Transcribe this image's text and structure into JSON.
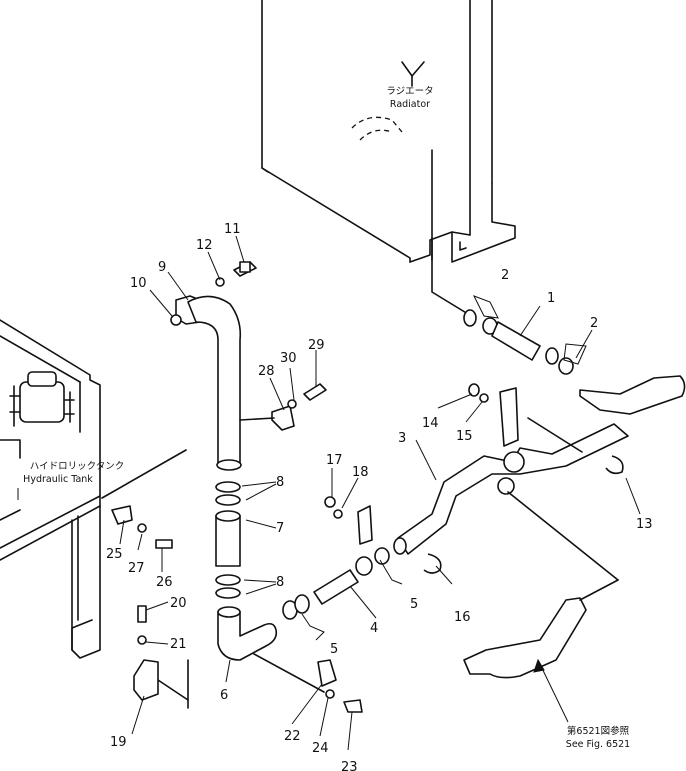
{
  "labels": {
    "radiator_jp": "ラジエータ",
    "radiator_en": "Radiator",
    "tank_jp": "ハイドロリックタンク",
    "tank_en": "Hydraulic Tank",
    "ref_jp": "第6521図参照",
    "ref_en": "See Fig. 6521"
  },
  "callouts": [
    "1",
    "2",
    "2",
    "3",
    "4",
    "5",
    "5",
    "6",
    "7",
    "8",
    "8",
    "9",
    "10",
    "11",
    "12",
    "13",
    "14",
    "15",
    "16",
    "17",
    "18",
    "19",
    "20",
    "21",
    "22",
    "23",
    "24",
    "25",
    "26",
    "27",
    "28",
    "29",
    "30"
  ]
}
